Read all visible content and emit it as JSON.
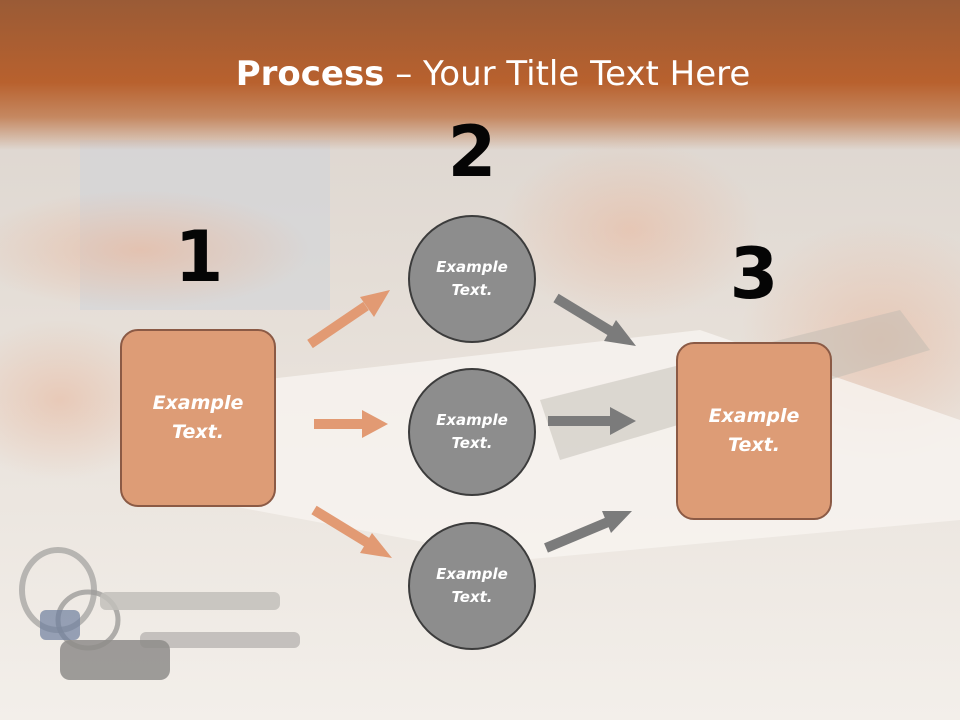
{
  "slide": {
    "title_bold": "Process",
    "title_rest": " – Your Title Text Here"
  },
  "steps": {
    "step1": {
      "number": "1",
      "text": "Example\nText."
    },
    "step2": {
      "number": "2",
      "text_top": "Example\nText.",
      "text_mid": "Example\nText.",
      "text_bot": "Example\nText."
    },
    "step3": {
      "number": "3",
      "text": "Example\nText."
    }
  },
  "colors": {
    "title_band": "#b8612e",
    "box_fill": "#dd9c76",
    "box_border": "#8b5a45",
    "circle_fill": "#8d8d8d",
    "circle_border": "#3c3c3c",
    "arrow_orange": "#e29a73",
    "arrow_gray": "#7b7b7b"
  }
}
